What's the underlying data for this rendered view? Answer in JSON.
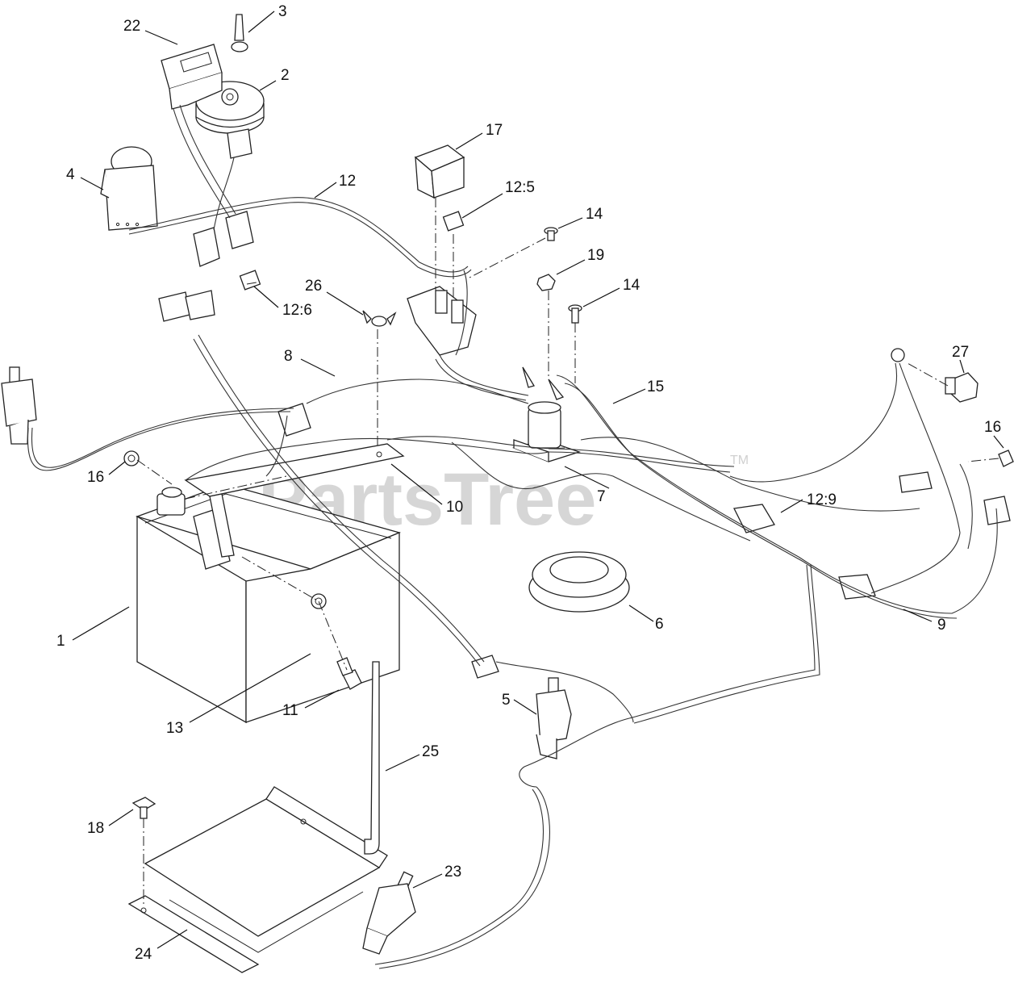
{
  "watermark": {
    "text": "PartsTree",
    "trademark": "TM"
  },
  "callouts": [
    {
      "id": "c1",
      "text": "1"
    },
    {
      "id": "c2",
      "text": "2"
    },
    {
      "id": "c3",
      "text": "3"
    },
    {
      "id": "c4",
      "text": "4"
    },
    {
      "id": "c5",
      "text": "5"
    },
    {
      "id": "c6",
      "text": "6"
    },
    {
      "id": "c7",
      "text": "7"
    },
    {
      "id": "c8",
      "text": "8"
    },
    {
      "id": "c9",
      "text": "9"
    },
    {
      "id": "c10",
      "text": "10"
    },
    {
      "id": "c11",
      "text": "11"
    },
    {
      "id": "c12",
      "text": "12"
    },
    {
      "id": "c12_5",
      "text": "12:5"
    },
    {
      "id": "c12_6",
      "text": "12:6"
    },
    {
      "id": "c12_9",
      "text": "12:9"
    },
    {
      "id": "c13",
      "text": "13"
    },
    {
      "id": "c14a",
      "text": "14"
    },
    {
      "id": "c14b",
      "text": "14"
    },
    {
      "id": "c15",
      "text": "15"
    },
    {
      "id": "c16a",
      "text": "16"
    },
    {
      "id": "c16b",
      "text": "16"
    },
    {
      "id": "c17",
      "text": "17"
    },
    {
      "id": "c18",
      "text": "18"
    },
    {
      "id": "c19",
      "text": "19"
    },
    {
      "id": "c22",
      "text": "22"
    },
    {
      "id": "c23",
      "text": "23"
    },
    {
      "id": "c24",
      "text": "24"
    },
    {
      "id": "c25",
      "text": "25"
    },
    {
      "id": "c26",
      "text": "26"
    },
    {
      "id": "c27",
      "text": "27"
    }
  ]
}
